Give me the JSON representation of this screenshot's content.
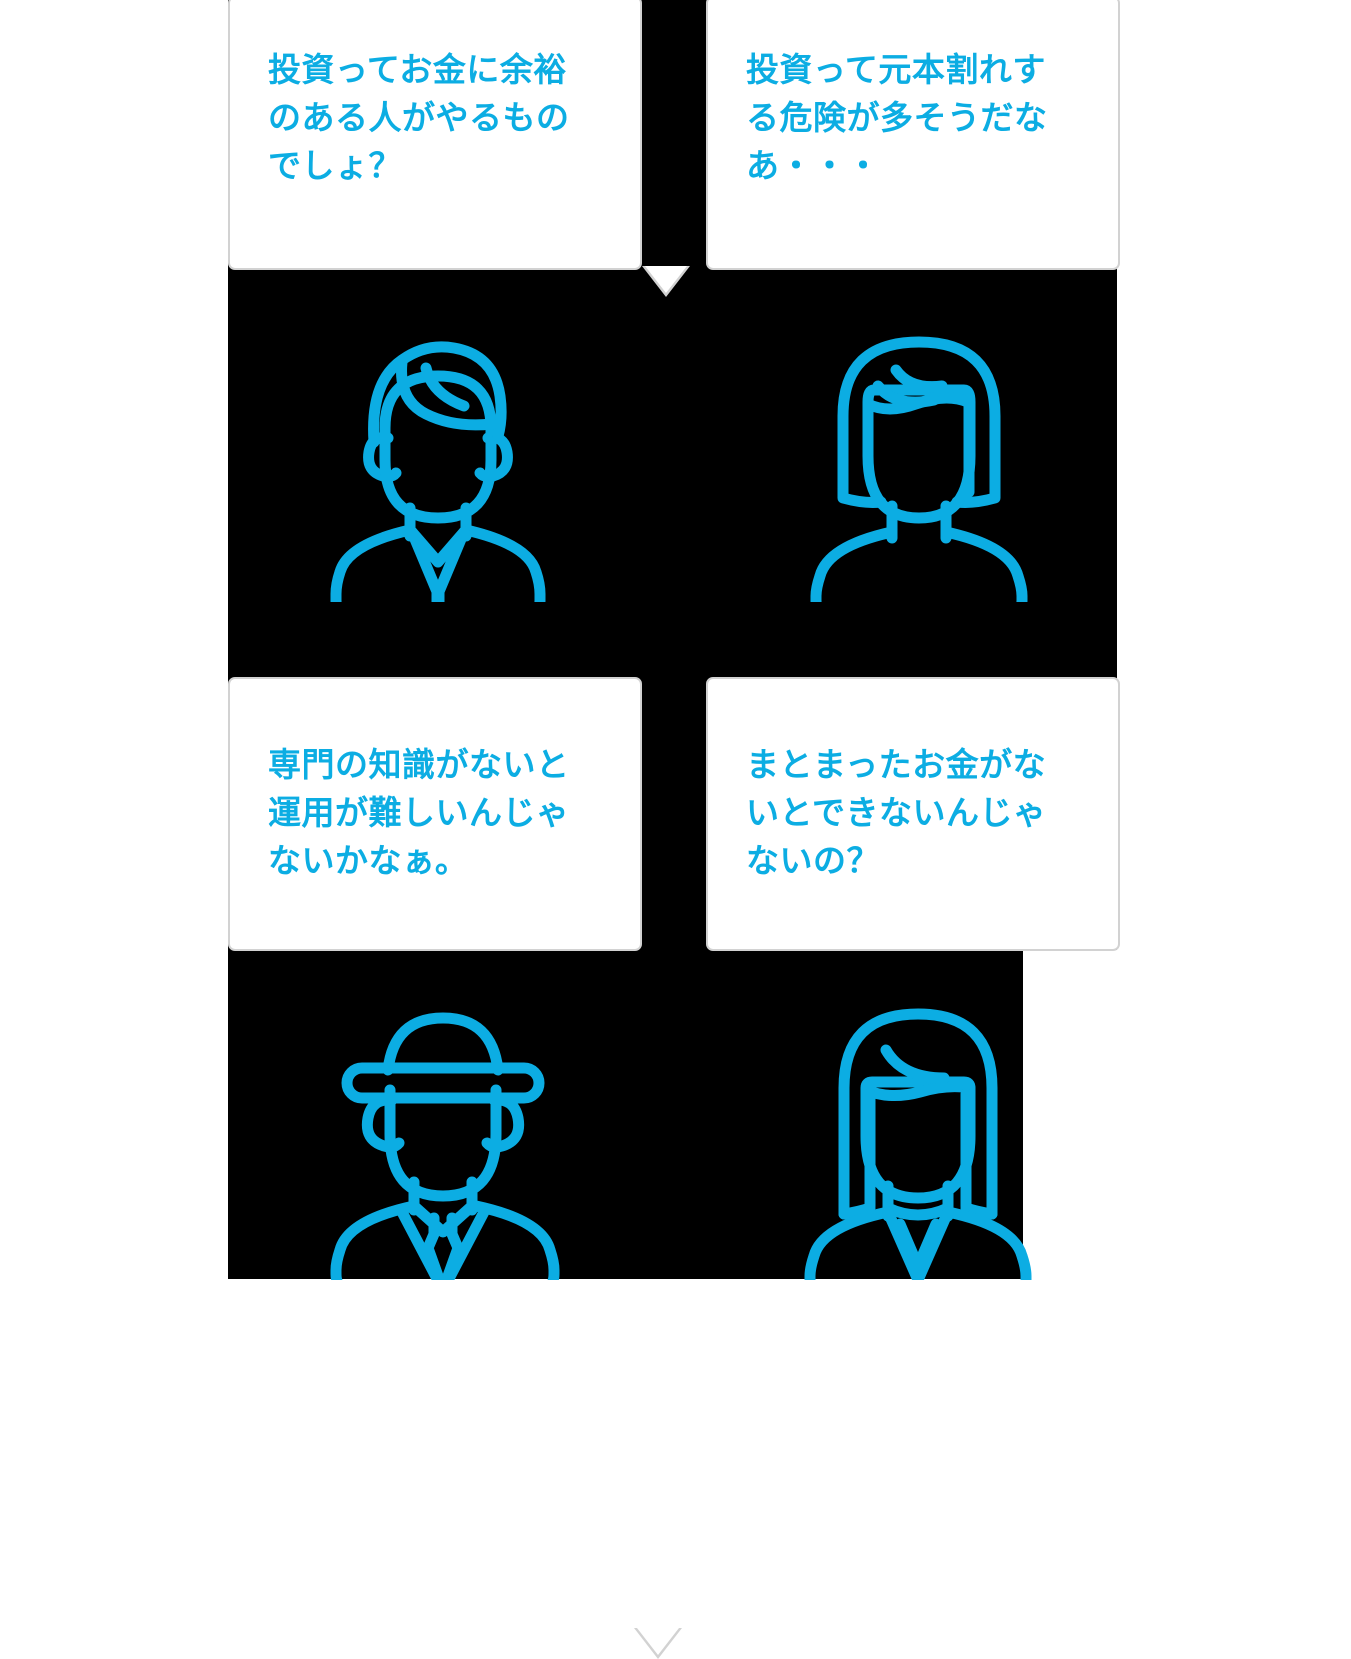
{
  "theme": {
    "accent_color": "#0cade3",
    "bubble_border_color": "#d2d2d2",
    "bubble_fill_color": "#ffffff",
    "page_background_color": "#ffffff",
    "transparency_plate_color": "#000000"
  },
  "panels": [
    {
      "id": "panel-1",
      "position": "top-left",
      "bubble_text": "投資ってお金に余裕\nのある人がやるもの\nでしょ？",
      "avatar_name": "young-man-avatar"
    },
    {
      "id": "panel-2",
      "position": "top-right",
      "bubble_text": "投資って元本割れす\nる危険が多そうだな\nあ・・・",
      "avatar_name": "young-woman-bob-avatar"
    },
    {
      "id": "panel-3",
      "position": "bottom-left",
      "bubble_text": "専門の知識がないと\n運用が難しいんじゃ\nないかなぁ。",
      "avatar_name": "older-man-hat-avatar"
    },
    {
      "id": "panel-4",
      "position": "bottom-right",
      "bubble_text": "まとまったお金がな\nいとできないんじゃ\nないの？",
      "avatar_name": "woman-long-hair-avatar"
    }
  ]
}
